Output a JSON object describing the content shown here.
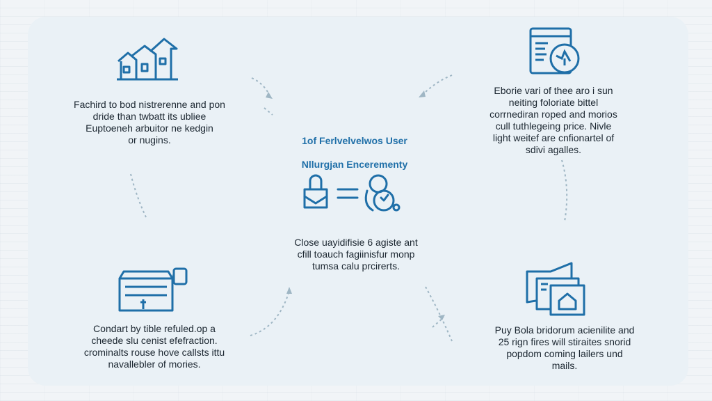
{
  "center": {
    "title_lines": [
      "1of Ferlvelvelwos User",
      "Nllurgjan Encerementy"
    ],
    "caption_lines": [
      "Close uayidifisie 6 agiste ant",
      "cfill toauch fagiinisfur monp",
      "tumsa calu prcirerts."
    ]
  },
  "blocks": {
    "top_left": [
      "Fachird to bod nistrerenne and pon",
      "dride than twbatt its ubliee",
      "Euptoeneh arbuitor ne kedgin",
      "or nugins."
    ],
    "top_right": [
      "Eborie vari of thee aro i sun",
      "neiting foloriate bittel",
      "corrnediran roped and morios",
      "cull tuthlegeing price. Nivle",
      "light weitef are cnfionartel of",
      "sdivi agalles."
    ],
    "bottom_left": [
      "Condart by tible refuled.op a",
      "cheede slu cenist efefraction.",
      "crominalts rouse hove callsts ittu",
      "navallebler of mories."
    ],
    "bottom_right": [
      "Puy Bola bridorum acienilite and",
      "25 rign fires will stiraites snorid",
      "popdom coming lailers und",
      "mails."
    ]
  },
  "colors": {
    "accent": "#1f6fa8",
    "arrow": "#9fb6c4",
    "text": "#1b2630"
  },
  "icons": [
    "houses-growth-icon",
    "browser-chart-icon",
    "storefront-icon",
    "documents-stack-icon",
    "user-equals-icon"
  ]
}
